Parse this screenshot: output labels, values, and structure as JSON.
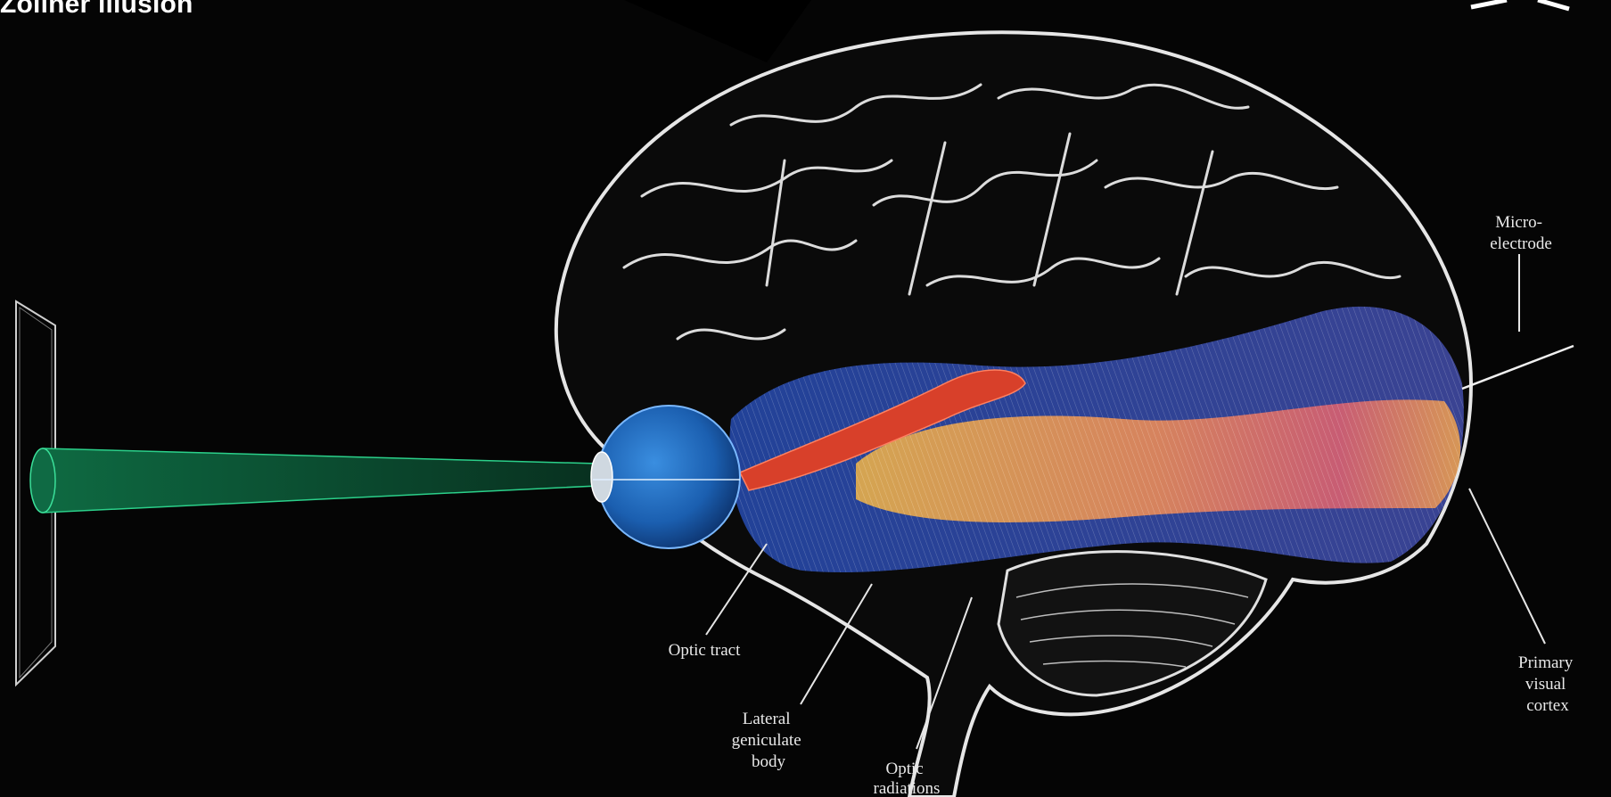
{
  "slide": {
    "title": "Zöllner illusion"
  },
  "diagram": {
    "labels": {
      "microelectrode_line1": "Micro-",
      "microelectrode_line2": "electrode",
      "optic_tract": "Optic tract",
      "lgn_line1": "Lateral",
      "lgn_line2": "geniculate",
      "lgn_line3": "body",
      "optic_radiations_line1": "Optic",
      "optic_radiations_line2": "radiations",
      "primary_visual_cortex_line1": "Primary",
      "primary_visual_cortex_line2": "visual",
      "primary_visual_cortex_line3": "cortex"
    },
    "colors": {
      "background": "#050505",
      "brain_outline": "#e6e6e6",
      "eyeball": "#1b5fb0",
      "visual_cone": "#0d5a38",
      "optic_pathway_red": "#d8402a",
      "radiation_orange": "#e8a04a",
      "cortex_blue": "#3a4fc0"
    }
  }
}
